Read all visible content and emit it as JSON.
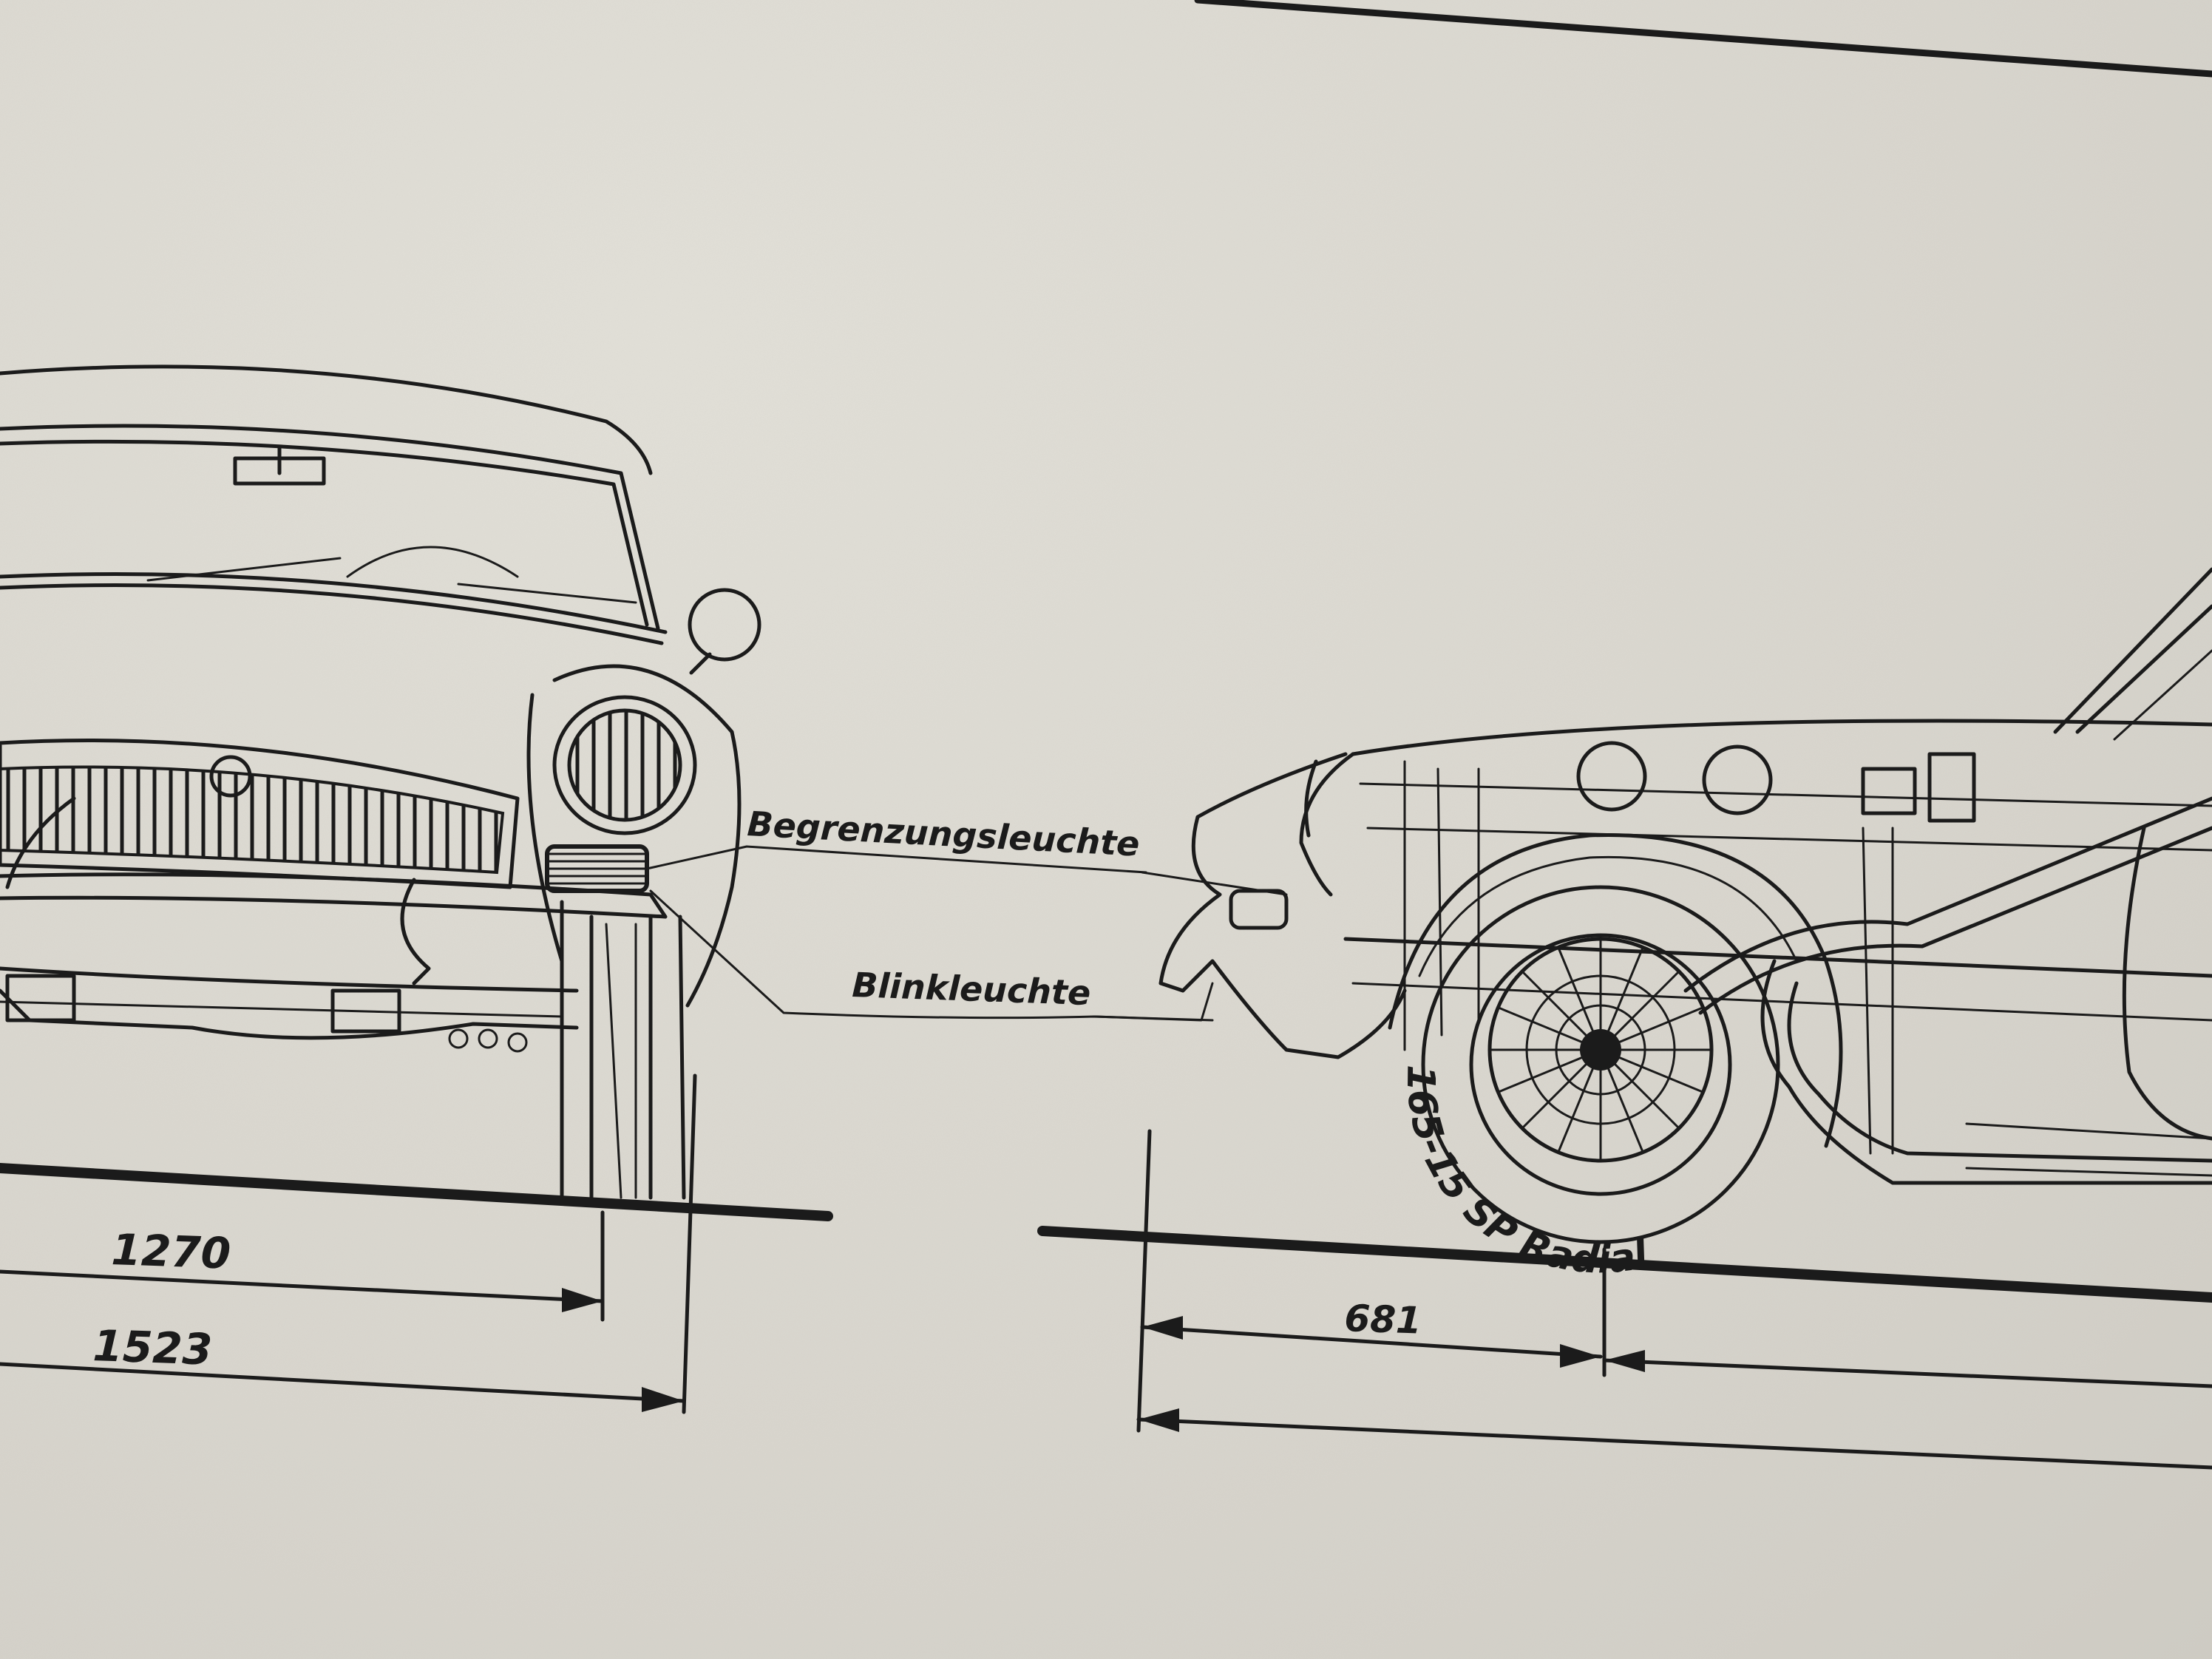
{
  "labels": {
    "position_light": "Begrenzungsleuchte",
    "turn_signal": "Blinkleuchte",
    "tire": "165-15 SP Radial"
  },
  "dimensions": {
    "front_track": "1270",
    "front_width": "1523",
    "front_overhang": "681"
  },
  "colors": {
    "paper": "#dcdad2",
    "ink": "#1b1b1b"
  }
}
